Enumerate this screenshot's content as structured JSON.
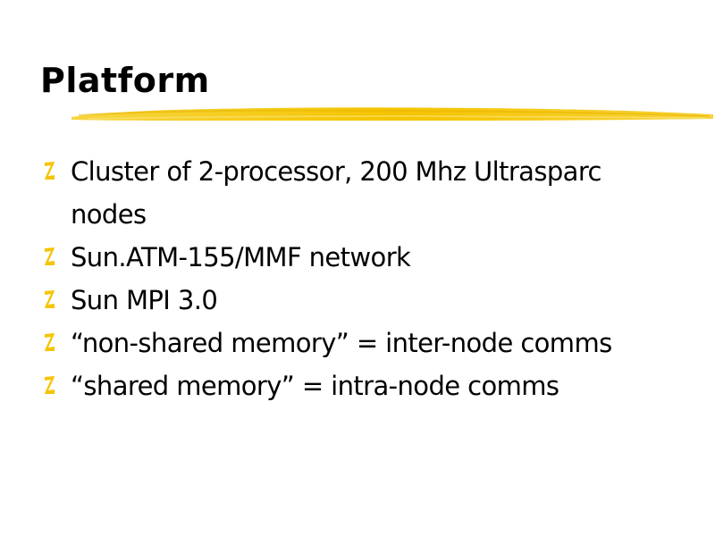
{
  "slide": {
    "title": "Platform",
    "accent_color": "#F5C400",
    "bullet_icon": "z-bullet-icon",
    "bullets": [
      {
        "text": "Cluster of 2-processor, 200 Mhz Ultrasparc nodes"
      },
      {
        "text": "Sun.ATM-155/MMF network"
      },
      {
        "text": "Sun MPI 3.0"
      },
      {
        "text": "“non-shared memory” = inter-node comms"
      },
      {
        "text": "“shared memory” = intra-node comms"
      }
    ]
  }
}
